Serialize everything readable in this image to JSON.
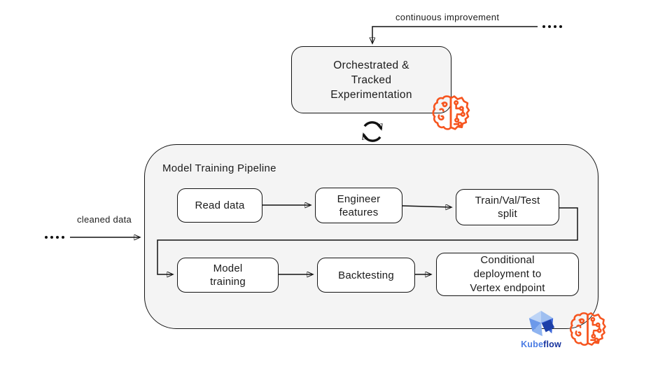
{
  "labels": {
    "continuous_improvement": "continuous improvement",
    "cleaned_data": "cleaned data"
  },
  "experiment_box": {
    "lines": [
      "Orchestrated &",
      "Tracked",
      "Experimentation"
    ]
  },
  "pipeline": {
    "title": "Model Training Pipeline",
    "steps": {
      "read_data": {
        "lines": [
          "Read data"
        ]
      },
      "engineer_features": {
        "lines": [
          "Engineer",
          "features"
        ]
      },
      "train_val_test_split": {
        "lines": [
          "Train/Val/Test",
          "split"
        ]
      },
      "model_training": {
        "lines": [
          "Model",
          "training"
        ]
      },
      "backtesting": {
        "lines": [
          "Backtesting"
        ]
      },
      "conditional_deployment": {
        "lines": [
          "Conditional",
          "deployment to",
          "Vertex endpoint"
        ]
      }
    }
  },
  "branding": {
    "kube": "Kube",
    "flow": "flow"
  },
  "icons": {
    "refresh": "cycle-arrows-icon",
    "brain": "ai-brain-circuit-icon",
    "kubeflow": "kubeflow-logo"
  },
  "colors": {
    "accent_orange": "#F6551F",
    "panel_fill": "#F4F4F4",
    "node_fill": "#FFFFFF",
    "line_color": "#111111",
    "kubeflow_blue": "#4C7DE4",
    "kubeflow_navy": "#16329E"
  }
}
